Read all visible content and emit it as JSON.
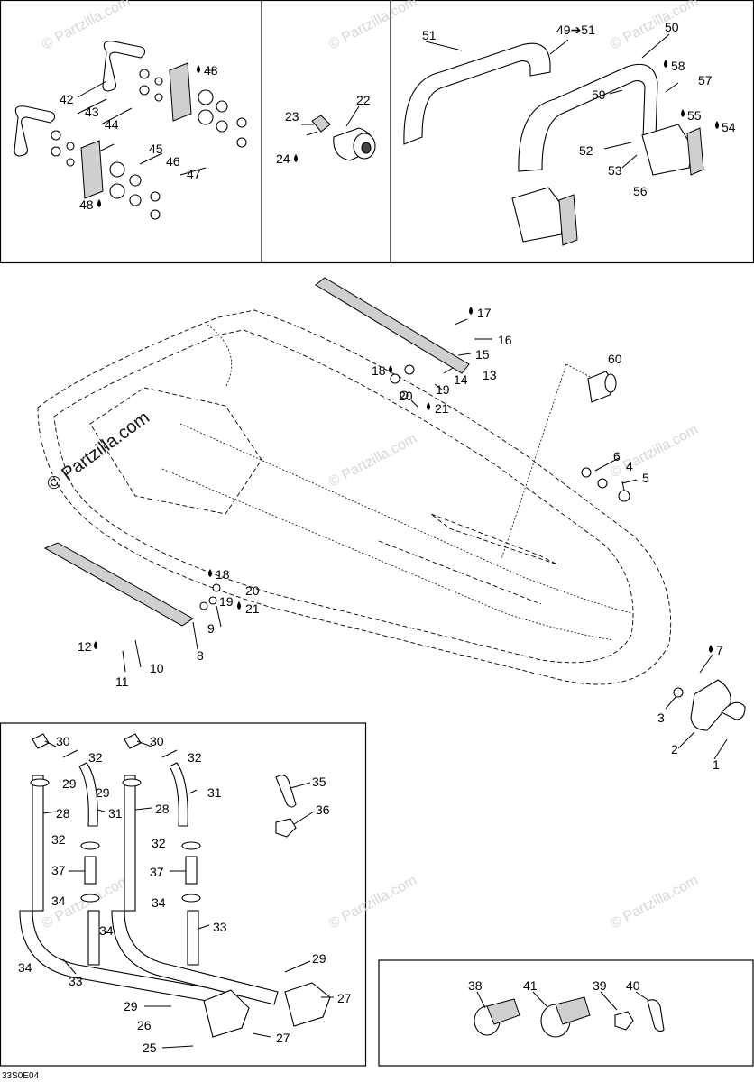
{
  "diagram_code": "33S0E04",
  "watermark": "© Partzilla.com",
  "watermark_main": "© Partzilla.com",
  "labels": {
    "p1": "1",
    "p2": "2",
    "p3": "3",
    "p4": "4",
    "p5": "5",
    "p6": "6",
    "p7": "7",
    "p8": "8",
    "p9": "9",
    "p10": "10",
    "p11": "11",
    "p12": "12",
    "p13": "13",
    "p14": "14",
    "p15": "15",
    "p16": "16",
    "p17": "17",
    "p18a": "18",
    "p18b": "18",
    "p19a": "19",
    "p19b": "19",
    "p20a": "20",
    "p20b": "20",
    "p21a": "21",
    "p21b": "21",
    "p22": "22",
    "p23": "23",
    "p24": "24",
    "p25": "25",
    "p26": "26",
    "p27a": "27",
    "p27b": "27",
    "p28a": "28",
    "p28b": "28",
    "p29a": "29",
    "p29b": "29",
    "p29c": "29",
    "p29d": "29",
    "p30a": "30",
    "p30b": "30",
    "p31a": "31",
    "p31b": "31",
    "p32a": "32",
    "p32b": "32",
    "p32c": "32",
    "p32d": "32",
    "p33a": "33",
    "p33b": "33",
    "p34a": "34",
    "p34b": "34",
    "p34c": "34",
    "p34d": "34",
    "p35": "35",
    "p36": "36",
    "p37a": "37",
    "p37b": "37",
    "p38": "38",
    "p39": "39",
    "p40": "40",
    "p41": "41",
    "p42": "42",
    "p43": "43",
    "p44": "44",
    "p45": "45",
    "p46": "46",
    "p47": "47",
    "p48a": "48",
    "p48b": "48",
    "p49to51": "49➔51",
    "p50": "50",
    "p51": "51",
    "p52": "52",
    "p53": "53",
    "p54": "54",
    "p55": "55",
    "p56": "56",
    "p57": "57",
    "p58": "58",
    "p59": "59",
    "p60": "60"
  },
  "icons": {
    "drop_icon": "sealant-drop-icon"
  }
}
